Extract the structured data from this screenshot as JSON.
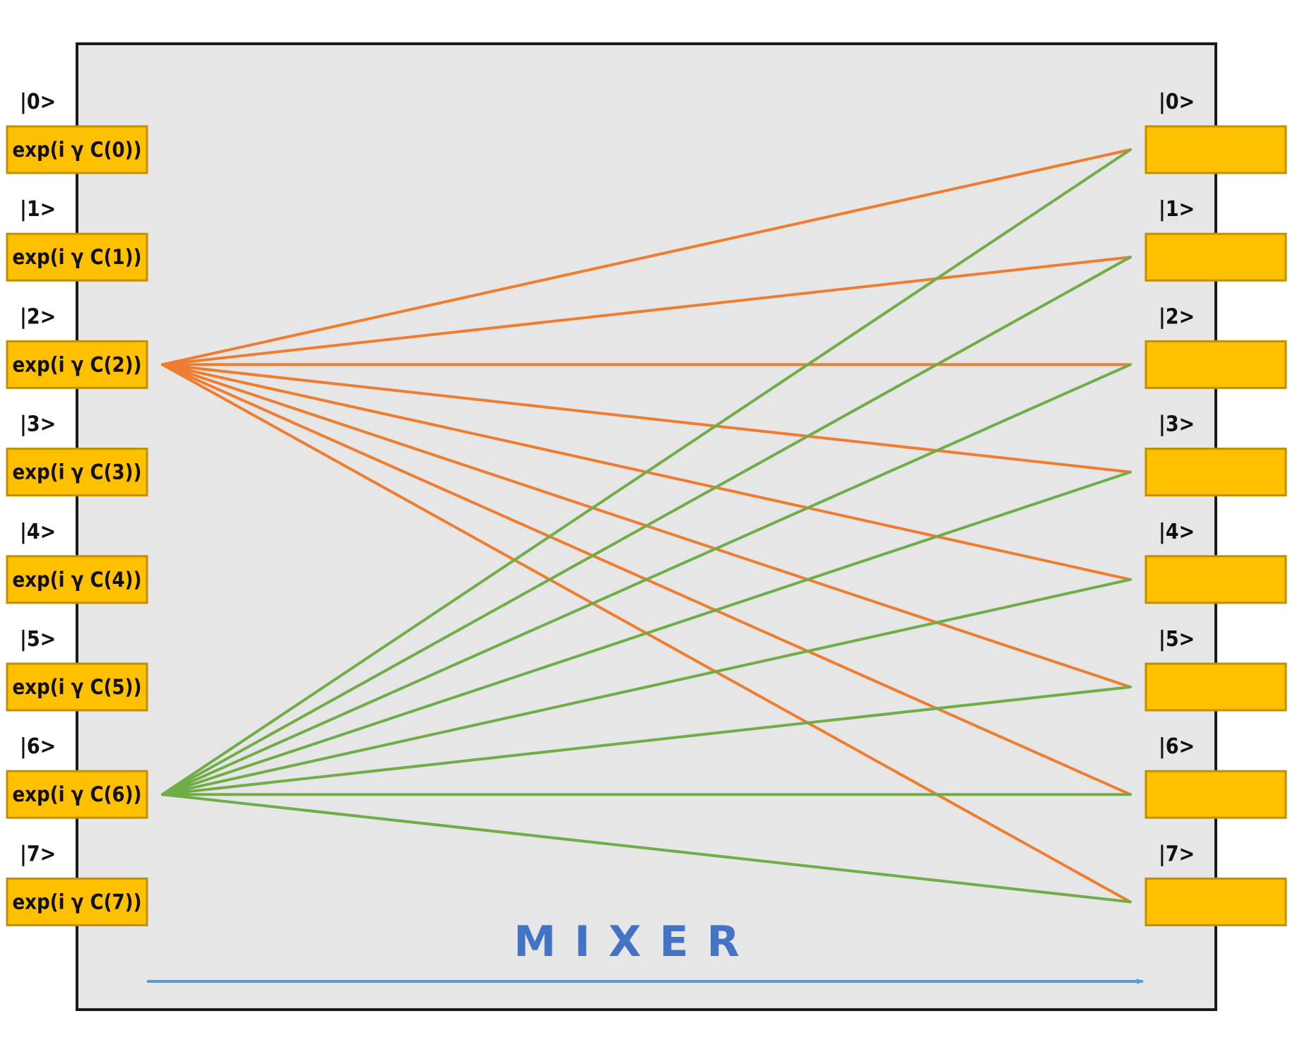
{
  "states": [
    {
      "ket": "|0>",
      "amplitude": "exp(i γ C(0))"
    },
    {
      "ket": "|1>",
      "amplitude": "exp(i γ C(1))"
    },
    {
      "ket": "|2>",
      "amplitude": "exp(i γ C(2))"
    },
    {
      "ket": "|3>",
      "amplitude": "exp(i γ C(3))"
    },
    {
      "ket": "|4>",
      "amplitude": "exp(i γ C(4))"
    },
    {
      "ket": "|5>",
      "amplitude": "exp(i γ C(5))"
    },
    {
      "ket": "|6>",
      "amplitude": "exp(i γ C(6))"
    },
    {
      "ket": "|7>",
      "amplitude": "exp(i γ C(7))"
    }
  ],
  "output_kets": [
    "|0>",
    "|1>",
    "|2>",
    "|3>",
    "|4>",
    "|5>",
    "|6>",
    "|7>"
  ],
  "mixer_label": "MIXER",
  "connections": [
    {
      "from": 2,
      "to": [
        0,
        1,
        2,
        3,
        4,
        5,
        6,
        7
      ],
      "color": "#ed7d31"
    },
    {
      "from": 6,
      "to": [
        0,
        1,
        2,
        3,
        4,
        5,
        6,
        7
      ],
      "color": "#70ad47"
    }
  ],
  "colors": {
    "cell_fill": "#ffc000",
    "panel_fill": "#e6e6e6",
    "mixer_text": "#4472c4",
    "mixer_arrow": "#5b9bd5"
  }
}
